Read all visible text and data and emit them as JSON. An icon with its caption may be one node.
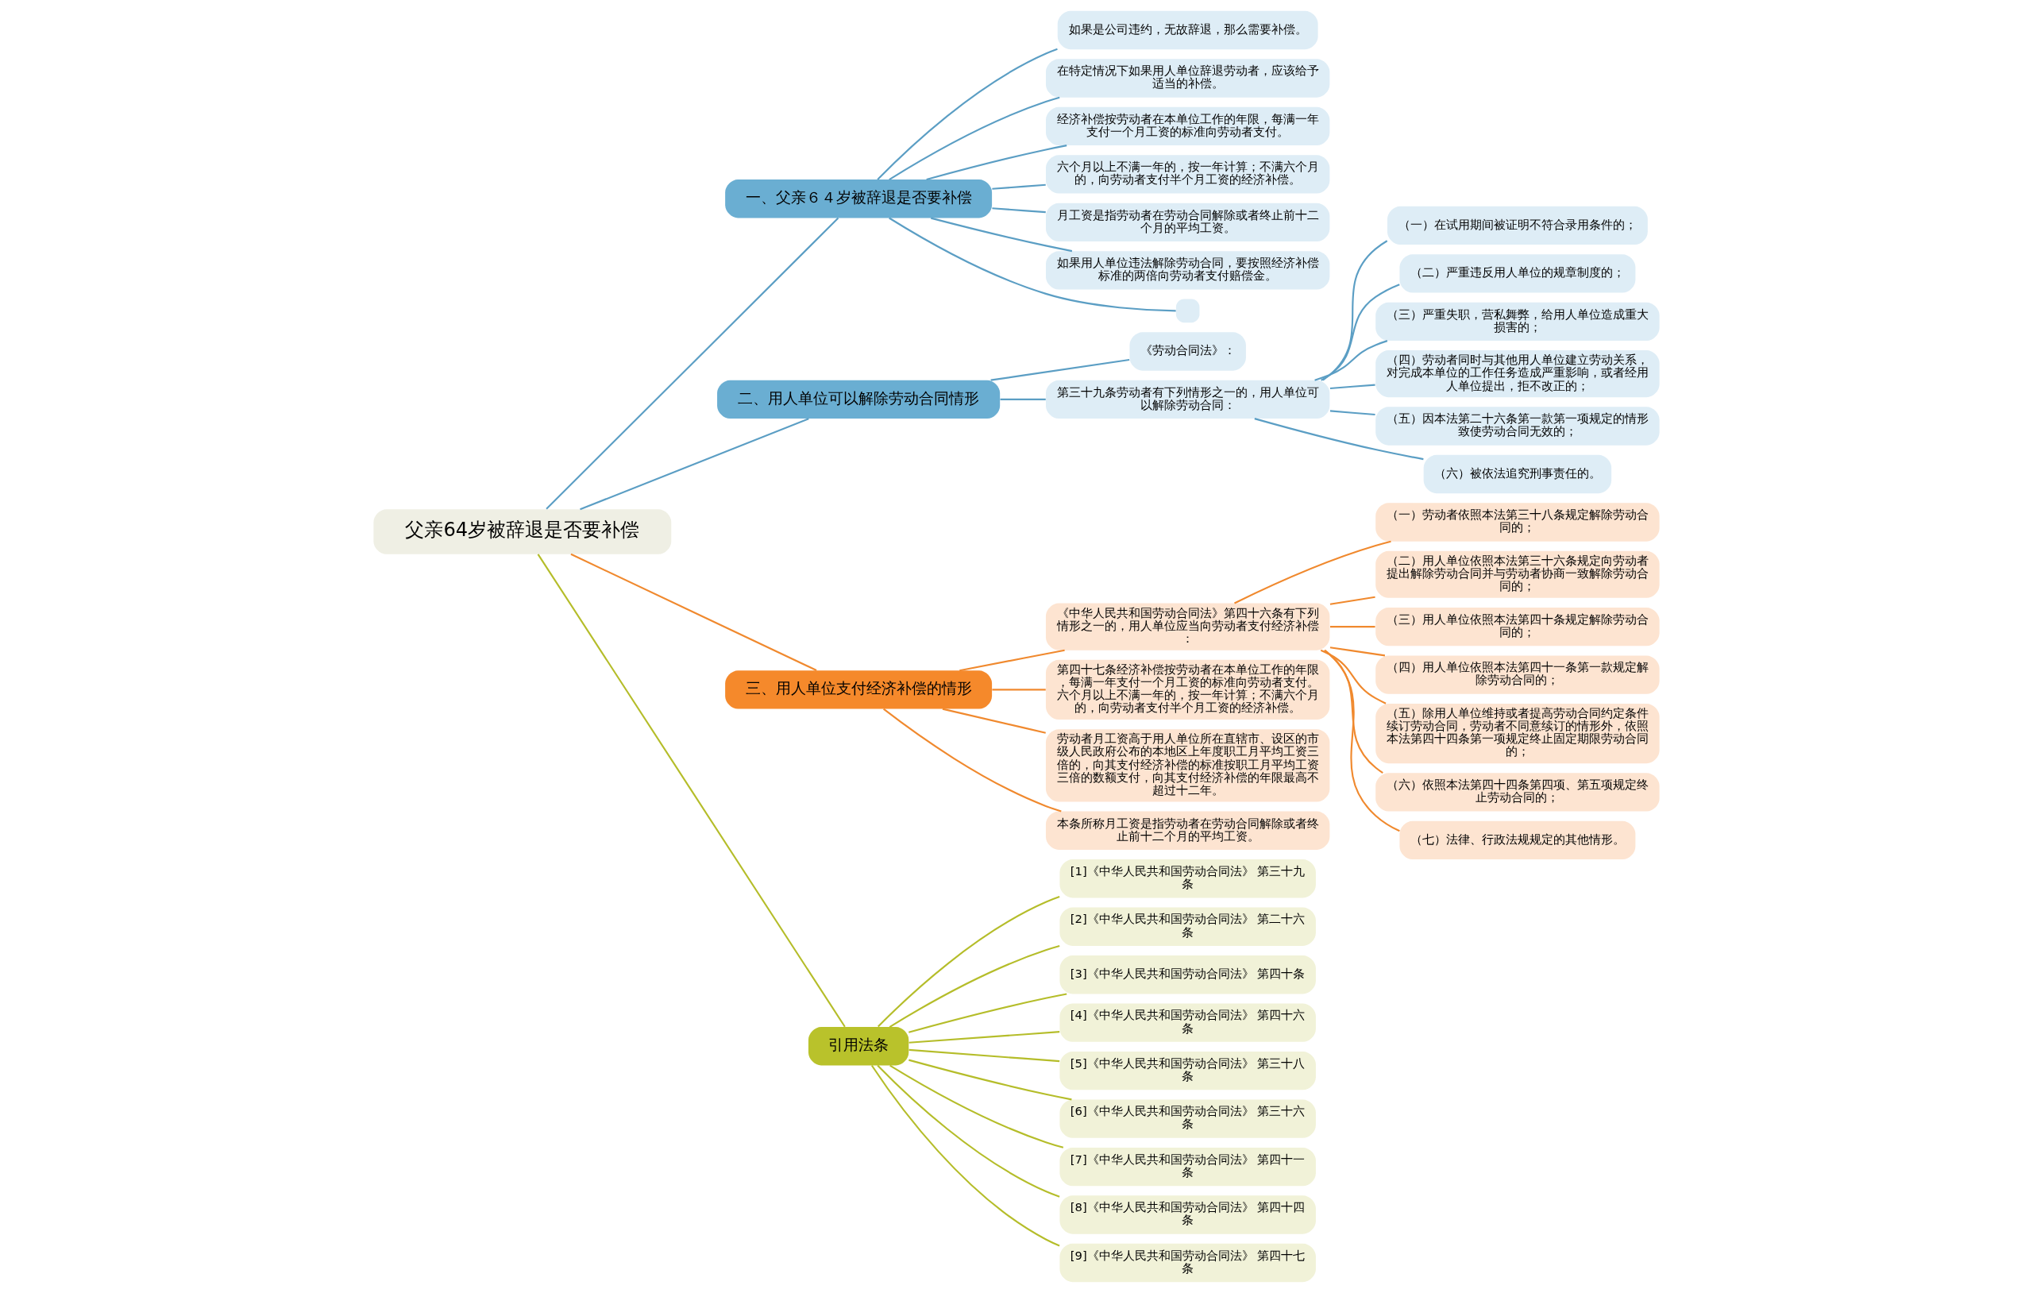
{
  "diagram": {
    "nodes": [
      {
        "text": [
          "父亲64岁被辞退是否要补偿"
        ]
      },
      {
        "text": [
          "一、父亲６４岁被辞退是否要补偿"
        ]
      },
      {
        "text": [
          "如果是公司违约，无故辞退，那么需要补偿。"
        ]
      },
      {
        "text": [
          "在特定情况下如果用人单位辞退劳动者，应该给予适当的补偿。"
        ]
      },
      {
        "text": [
          "经济补偿按劳动者在本单位工作的年限，每满一年支付一个月工资的标准向劳动者支付。"
        ]
      },
      {
        "text": [
          "六个月以上不满一年的，按一年计算；不满六个月的，向劳动者支付半个月工资的经济补偿。"
        ]
      },
      {
        "text": [
          "月工资是指劳动者在劳动合同解除或者终止前十二个月的平均工资。"
        ]
      },
      {
        "text": [
          "如果用人单位违法解除劳动合同，要按照经济补偿标准的两倍向劳动者支付赔偿金。"
        ]
      },
      {
        "text": [],
        "shape": "box"
      },
      {
        "text": [
          "二、用人单位可以解除劳动合同情形"
        ]
      },
      {
        "text": [
          "《劳动合同法》："
        ]
      },
      {
        "text": [
          "第三十九条劳动者有下列情形之一的，用人单位可以解除劳动合同："
        ]
      },
      {
        "text": [
          "（一）在试用期间被证明不符合录用条件的；"
        ]
      },
      {
        "text": [
          "（二）严重违反用人单位的规章制度的；"
        ]
      },
      {
        "text": [
          "（三）严重失职，营私舞弊，给用人单位造成重大损害的；"
        ]
      },
      {
        "text": [
          "（四）劳动者同时与其他用人单位建立劳动关系，对完成本单位的工作任务造成严重影响，或者经用人单位提出，拒不改正的；"
        ]
      },
      {
        "text": [
          "（五）因本法第二十六条第一款第一项规定的情形致使劳动合同无效的；"
        ]
      },
      {
        "text": [
          "（六）被依法追究刑事责任的。"
        ]
      },
      {
        "text": [
          "三、用人单位支付经济补偿的情形"
        ]
      },
      {
        "text": [
          "《中华人民共和国劳动合同法》第四十六条有下列情形之一的，用人单位应当向劳动者支付经济补偿："
        ]
      },
      {
        "text": [
          "（一）劳动者依照本法第三十八条规定解除劳动合同的；"
        ]
      },
      {
        "text": [
          "（二）用人单位依照本法第三十六条规定向劳动者提出解除劳动合同并与劳动者协商一致解除劳动合同的；"
        ]
      },
      {
        "text": [
          "（三）用人单位依照本法第四十条规定解除劳动合同的；"
        ]
      },
      {
        "text": [
          "（四）用人单位依照本法第四十一条第一款规定解除劳动合同的；"
        ]
      },
      {
        "text": [
          "（五）除用人单位维持或者提高劳动合同约定条件续订劳动合同，劳动者不同意续订的情形外，依照本法第四十四条第一项规定终止固定期限劳动合同的；"
        ]
      },
      {
        "text": [
          "（六）依照本法第四十四条第四项、第五项规定终止劳动合同的；"
        ]
      },
      {
        "text": [
          "（七）法律、行政法规规定的其他情形。"
        ]
      },
      {
        "text": [
          "第四十七条经济补偿按劳动者在本单位工作的年限，每满一年支付一个月工资的标准向劳动者支付。六个月以上不满一年的，按一年计算；不满六个月的，向劳动者支付半个月工资的经济补偿。"
        ]
      },
      {
        "text": [
          "劳动者月工资高于用人单位所在直辖市、设区的市级人民政府公布的本地区上年度职工月平均工资三倍的，向其支付经济补偿的标准按职工月平均工资三倍的数额支付，向其支付经济补偿的年限最高不超过十二年。"
        ]
      },
      {
        "text": [
          "本条所称月工资是指劳动者在劳动合同解除或者终止前十二个月的平均工资。"
        ]
      },
      {
        "text": [
          "引用法条"
        ]
      },
      {
        "text": [
          "[1]《中华人民共和国劳动合同法》 第三十九条"
        ]
      },
      {
        "text": [
          "[2]《中华人民共和国劳动合同法》 第二十六条"
        ]
      },
      {
        "text": [
          "[3]《中华人民共和国劳动合同法》 第四十条"
        ]
      },
      {
        "text": [
          "[4]《中华人民共和国劳动合同法》 第四十六条"
        ]
      },
      {
        "text": [
          "[5]《中华人民共和国劳动合同法》 第三十八条"
        ]
      },
      {
        "text": [
          "[6]《中华人民共和国劳动合同法》 第三十六条"
        ]
      },
      {
        "text": [
          "[7]《中华人民共和国劳动合同法》 第四十一条"
        ]
      },
      {
        "text": [
          "[8]《中华人民共和国劳动合同法》 第四十四条"
        ]
      },
      {
        "text": [
          "[9]《中华人民共和国劳动合同法》 第四十七条"
        ]
      }
    ],
    "edges": [
      {
        "from": 0,
        "to": 1,
        "arrow": "none"
      },
      {
        "from": 1,
        "to": 2,
        "arrow": "none"
      },
      {
        "from": 1,
        "to": 3,
        "arrow": "none"
      },
      {
        "from": 1,
        "to": 4,
        "arrow": "none"
      },
      {
        "from": 1,
        "to": 5,
        "arrow": "none"
      },
      {
        "from": 1,
        "to": 6,
        "arrow": "none"
      },
      {
        "from": 1,
        "to": 7,
        "arrow": "none"
      },
      {
        "from": 1,
        "to": 8,
        "arrow": "none"
      },
      {
        "from": 0,
        "to": 9,
        "arrow": "none"
      },
      {
        "from": 9,
        "to": 10,
        "arrow": "none"
      },
      {
        "from": 9,
        "to": 11,
        "arrow": "none"
      },
      {
        "from": 11,
        "to": 12,
        "arrow": "none"
      },
      {
        "from": 11,
        "to": 13,
        "arrow": "none"
      },
      {
        "from": 11,
        "to": 14,
        "arrow": "none"
      },
      {
        "from": 11,
        "to": 15,
        "arrow": "none"
      },
      {
        "from": 11,
        "to": 16,
        "arrow": "none"
      },
      {
        "from": 11,
        "to": 17,
        "arrow": "none"
      },
      {
        "from": 0,
        "to": 18,
        "arrow": "none",
        "color": "#f0892e"
      },
      {
        "from": 18,
        "to": 19,
        "arrow": "none",
        "color": "#f0892e"
      },
      {
        "from": 19,
        "to": 20,
        "arrow": "none",
        "color": "#f0892e"
      },
      {
        "from": 19,
        "to": 21,
        "arrow": "none",
        "color": "#f0892e"
      },
      {
        "from": 19,
        "to": 22,
        "arrow": "none",
        "color": "#f0892e"
      },
      {
        "from": 19,
        "to": 23,
        "arrow": "none",
        "color": "#f0892e"
      },
      {
        "from": 19,
        "to": 24,
        "arrow": "none",
        "color": "#f0892e"
      },
      {
        "from": 19,
        "to": 25,
        "arrow": "none",
        "color": "#f0892e"
      },
      {
        "from": 19,
        "to": 26,
        "arrow": "none",
        "color": "#f0892e"
      },
      {
        "from": 18,
        "to": 27,
        "arrow": "none",
        "color": "#f0892e"
      },
      {
        "from": 18,
        "to": 28,
        "arrow": "none",
        "color": "#f0892e"
      },
      {
        "from": 18,
        "to": 29,
        "arrow": "none",
        "color": "#f0892e"
      },
      {
        "from": 0,
        "to": 30,
        "arrow": "none",
        "color": "#b5bd2a"
      },
      {
        "from": 30,
        "to": 31,
        "arrow": "none",
        "color": "#b5bd2a"
      },
      {
        "from": 30,
        "to": 32,
        "arrow": "none",
        "color": "#b5bd2a"
      },
      {
        "from": 30,
        "to": 33,
        "arrow": "none",
        "color": "#b5bd2a"
      },
      {
        "from": 30,
        "to": 34,
        "arrow": "none",
        "color": "#b5bd2a"
      },
      {
        "from": 30,
        "to": 35,
        "arrow": "none",
        "color": "#b5bd2a"
      },
      {
        "from": 30,
        "to": 36,
        "arrow": "none",
        "color": "#b5bd2a"
      },
      {
        "from": 30,
        "to": 37,
        "arrow": "none",
        "color": "#b5bd2a"
      },
      {
        "from": 30,
        "to": 38,
        "arrow": "none",
        "color": "#b5bd2a"
      },
      {
        "from": 30,
        "to": 39,
        "arrow": "none",
        "color": "#b5bd2a"
      }
    ]
  }
}
